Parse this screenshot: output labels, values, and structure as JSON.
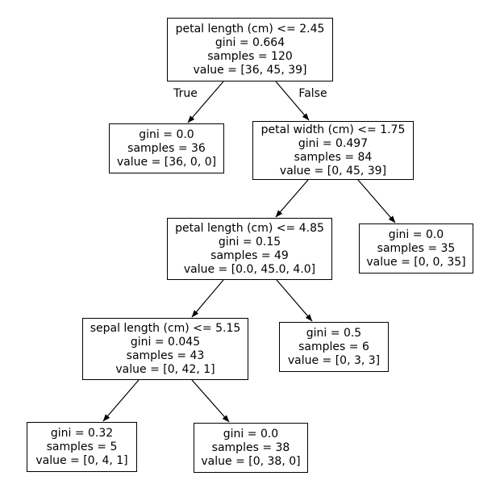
{
  "figure": {
    "background": "#ffffff",
    "box_border_color": "#000000",
    "text_color": "#000000",
    "arrow_color": "#000000"
  },
  "edge_labels": {
    "true": "True",
    "false": "False"
  },
  "nodes": [
    {
      "id": "root-split",
      "lines": [
        "petal length (cm) <= 2.45",
        "gini = 0.664",
        "samples = 120",
        "value = [36, 45, 39]"
      ]
    },
    {
      "id": "left-pure-leaf",
      "lines": [
        "gini = 0.0",
        "samples = 36",
        "value = [36, 0, 0]"
      ]
    },
    {
      "id": "petal-width-split",
      "lines": [
        "petal width (cm) <= 1.75",
        "gini = 0.497",
        "samples = 84",
        "value = [0, 45, 39]"
      ]
    },
    {
      "id": "petal-length-485-split",
      "lines": [
        "petal length (cm) <= 4.85",
        "gini = 0.15",
        "samples = 49",
        "value = [0.0, 45.0, 4.0]"
      ]
    },
    {
      "id": "right-pure-leaf",
      "lines": [
        "gini = 0.0",
        "samples = 35",
        "value = [0, 0, 35]"
      ]
    },
    {
      "id": "sepal-length-split",
      "lines": [
        "sepal length (cm) <= 5.15",
        "gini = 0.045",
        "samples = 43",
        "value = [0, 42, 1]"
      ]
    },
    {
      "id": "mixed-leaf-gini-05",
      "lines": [
        "gini = 0.5",
        "samples = 6",
        "value = [0, 3, 3]"
      ]
    },
    {
      "id": "leaf-gini-032",
      "lines": [
        "gini = 0.32",
        "samples = 5",
        "value = [0, 4, 1]"
      ]
    },
    {
      "id": "bottom-pure-leaf",
      "lines": [
        "gini = 0.0",
        "samples = 38",
        "value = [0, 38, 0]"
      ]
    }
  ]
}
